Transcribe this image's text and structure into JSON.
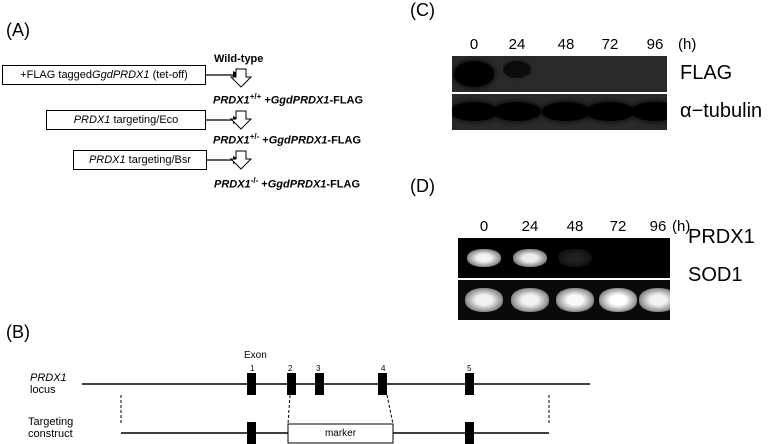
{
  "panels": {
    "a": "(A)",
    "b": "(B)",
    "c": "(C)",
    "d": "(D)"
  },
  "panel_a": {
    "tag_box": {
      "prefix": "+FLAG tagged ",
      "gene": "GgdPRDX1",
      "suffix": " (tet-off)"
    },
    "eco_box": {
      "gene": "PRDX1",
      "suffix": " targeting/Eco"
    },
    "bsr_box": {
      "gene": "PRDX1",
      "suffix": " targeting/Bsr"
    },
    "wild_type": "Wild-type",
    "genotype1": {
      "gene": "PRDX1",
      "sup": "+/+",
      "rest": " +",
      "tag_gene": "GgdPRDX1",
      "tag": "-FLAG"
    },
    "genotype2": {
      "gene": "PRDX1",
      "sup": "+/-",
      "rest": " +",
      "tag_gene": "GgdPRDX1",
      "tag": "-FLAG"
    },
    "genotype3": {
      "gene": "PRDX1",
      "sup": "-/-",
      "rest": " +",
      "tag_gene": "GgdPRDX1",
      "tag": "-FLAG"
    }
  },
  "panel_c": {
    "timepoints": [
      "0",
      "24",
      "48",
      "72",
      "96"
    ],
    "unit": "(h)",
    "row_labels": [
      "FLAG",
      "α−tubulin"
    ],
    "flag_intensity": [
      1.0,
      0.3,
      0,
      0,
      0
    ],
    "tubulin_intensity": [
      0.9,
      0.9,
      0.9,
      0.9,
      0.9
    ]
  },
  "panel_d": {
    "timepoints": [
      "0",
      "24",
      "48",
      "72",
      "96"
    ],
    "unit": "(h)",
    "row_labels": [
      "PRDX1",
      "SOD1"
    ],
    "prdx1_intensity": [
      0.9,
      0.85,
      0.05,
      0,
      0
    ],
    "sod1_intensity": [
      0.9,
      0.9,
      0.95,
      1.0,
      0.9
    ]
  },
  "panel_b": {
    "exon_title": "Exon",
    "exon_numbers": [
      "1",
      "2",
      "3",
      "4",
      "5"
    ],
    "locus_gene": "PRDX1",
    "locus_word": "locus",
    "targeting_line1": "Targeting",
    "targeting_line2": "construct",
    "marker": "marker"
  }
}
